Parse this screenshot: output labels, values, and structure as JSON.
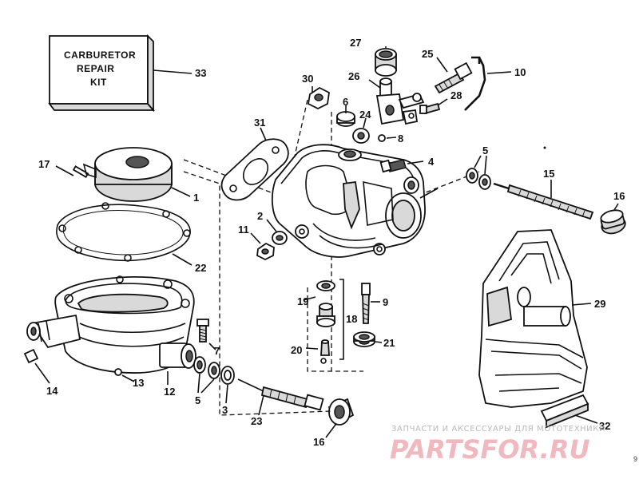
{
  "kit": {
    "line1": "CARBURETOR",
    "line2": "REPAIR",
    "line3": "KIT"
  },
  "labels": {
    "n1": "1",
    "n2": "2",
    "n3": "3",
    "n4": "4",
    "n5a": "5",
    "n5b": "5",
    "n6": "6",
    "n7": "7",
    "n8": "8",
    "n9": "9",
    "n10": "10",
    "n11": "11",
    "n12": "12",
    "n13": "13",
    "n14": "14",
    "n15": "15",
    "n16a": "16",
    "n16b": "16",
    "n17": "17",
    "n18": "18",
    "n19": "19",
    "n20": "20",
    "n21": "21",
    "n22": "22",
    "n23": "23",
    "n24": "24",
    "n25": "25",
    "n26": "26",
    "n27": "27",
    "n28": "28",
    "n29": "29",
    "n30": "30",
    "n31": "31",
    "n32": "32",
    "n33": "33"
  },
  "watermark": {
    "tagline": "ЗАПЧАСТИ И АКСЕССУАРЫ ДЛЯ МОТОТЕХНИКИ",
    "brand": "PARTSFOR.RU"
  },
  "corner_mark": "9"
}
